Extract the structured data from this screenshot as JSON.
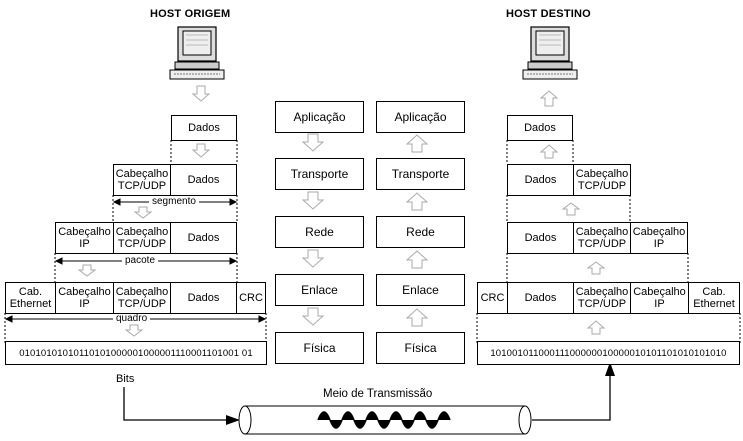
{
  "source": {
    "title": "HOST ORIGEM",
    "row1": [
      "Dados"
    ],
    "row2": [
      "Cabeçalho\nTCP/UDP",
      "Dados"
    ],
    "row2_label": "segmento",
    "row3": [
      "Cabeçalho\nIP",
      "Cabeçalho\nTCP/UDP",
      "Dados"
    ],
    "row3_label": "pacote",
    "row4": [
      "Cab.\nEthernet",
      "Cabeçalho\nIP",
      "Cabeçalho\nTCP/UDP",
      "Dados",
      "CRC"
    ],
    "row4_label": "quadro",
    "bits": "01010101010110101000001000001110001101001 01"
  },
  "dest": {
    "title": "HOST DESTINO",
    "row1": [
      "Dados"
    ],
    "row2": [
      "Dados",
      "Cabeçalho\nTCP/UDP"
    ],
    "row3": [
      "Dados",
      "Cabeçalho\nTCP/UDP",
      "Cabeçalho\nIP"
    ],
    "row4": [
      "CRC",
      "Dados",
      "Cabeçalho\nTCP/UDP",
      "Cabeçalho\nIP",
      "Cab.\nEthernet"
    ],
    "bits": "10100101100011100000010000010101101010101010"
  },
  "stack_left": [
    "Aplicação",
    "Transporte",
    "Rede",
    "Enlace",
    "Física"
  ],
  "stack_right": [
    "Aplicação",
    "Transporte",
    "Rede",
    "Enlace",
    "Física"
  ],
  "bits_label": "Bits",
  "medium_label": "Meio de Transmissão"
}
